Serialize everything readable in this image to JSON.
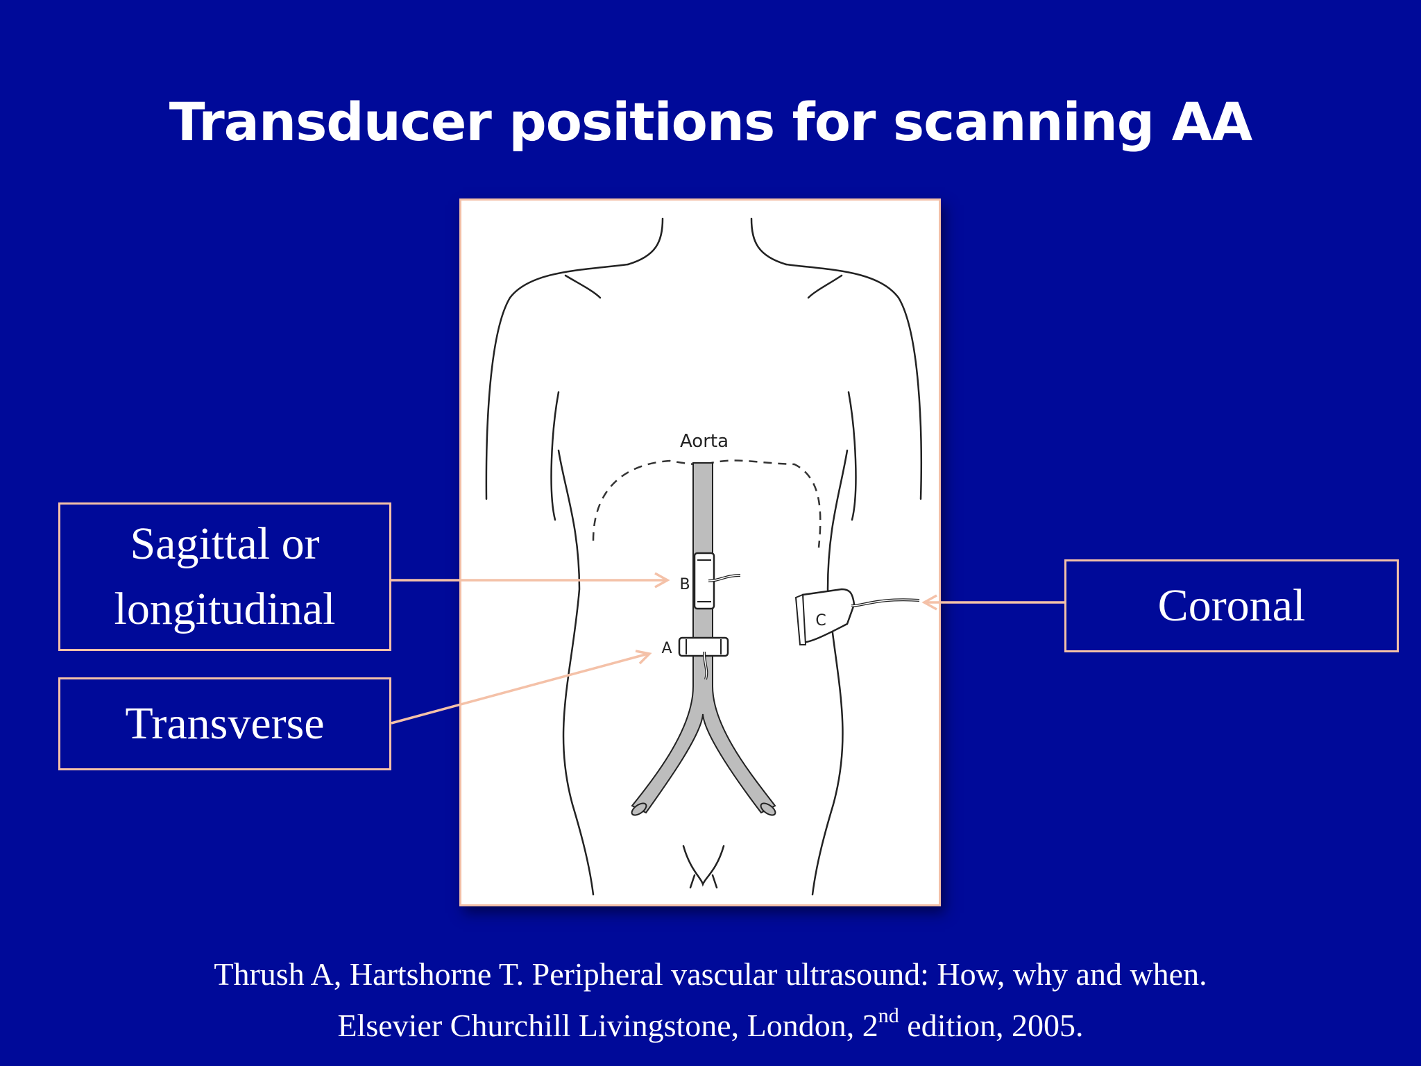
{
  "slide": {
    "title": "Transducer positions for scanning AA"
  },
  "figure": {
    "aorta_label": "Aorta",
    "probe_b": "B",
    "probe_a": "A",
    "probe_c": "C"
  },
  "labels": {
    "sagittal_line1": "Sagittal or",
    "sagittal_line2": "longitudinal",
    "transverse": "Transverse",
    "coronal": "Coronal"
  },
  "citation": {
    "line1": "Thrush A, Hartshorne T. Peripheral vascular ultrasound: How, why and when.",
    "line2_before": "Elsevier Churchill Livingstone, London, 2",
    "line2_sup": "nd",
    "line2_after": " edition, 2005."
  },
  "colors": {
    "background": "#000a99",
    "accent": "#f4c1a8",
    "text": "#ffffff"
  }
}
